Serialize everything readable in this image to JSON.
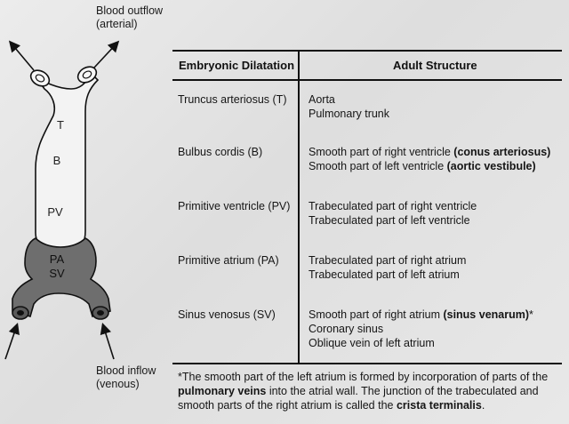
{
  "diagram": {
    "outflow_label": [
      "Blood outflow",
      "(arterial)"
    ],
    "inflow_label": [
      "Blood inflow",
      "(venous)"
    ],
    "segments": [
      "T",
      "B",
      "PV",
      "PA",
      "SV"
    ],
    "colors": {
      "tube_light": "#f3f3f3",
      "tube_dark": "#6e6e6e",
      "outline": "#111111"
    }
  },
  "table": {
    "headers": [
      "Embryonic Dilatation",
      "Adult Structure"
    ],
    "rows": [
      {
        "embryonic": "Truncus arteriosus (T)",
        "adult": [
          [
            {
              "t": "Aorta"
            }
          ],
          [
            {
              "t": "Pulmonary trunk"
            }
          ]
        ]
      },
      {
        "embryonic": "Bulbus cordis (B)",
        "adult": [
          [
            {
              "t": "Smooth part of right ventricle "
            },
            {
              "t": "(conus arteriosus)",
              "b": true
            }
          ],
          [
            {
              "t": "Smooth part of left ventricle "
            },
            {
              "t": "(aortic vestibule)",
              "b": true
            }
          ]
        ]
      },
      {
        "embryonic": "Primitive ventricle (PV)",
        "adult": [
          [
            {
              "t": "Trabeculated part of right ventricle"
            }
          ],
          [
            {
              "t": "Trabeculated part of left ventricle"
            }
          ]
        ]
      },
      {
        "embryonic": "Primitive atrium (PA)",
        "adult": [
          [
            {
              "t": "Trabeculated part of right atrium"
            }
          ],
          [
            {
              "t": "Trabeculated part of left atrium"
            }
          ]
        ]
      },
      {
        "embryonic": "Sinus venosus (SV)",
        "adult": [
          [
            {
              "t": "Smooth part of right atrium "
            },
            {
              "t": "(sinus venarum)",
              "b": true
            },
            {
              "t": "*"
            }
          ],
          [
            {
              "t": "Coronary sinus"
            }
          ],
          [
            {
              "t": "Oblique vein of left atrium"
            }
          ]
        ]
      }
    ]
  },
  "footnote": [
    {
      "t": "*The smooth part of the left atrium is formed by incorporation of parts of the "
    },
    {
      "t": "pulmonary veins",
      "b": true
    },
    {
      "t": " into the atrial wall. The junction of the trabeculated and smooth parts of the right atrium is called the "
    },
    {
      "t": "crista terminalis",
      "b": true
    },
    {
      "t": "."
    }
  ]
}
